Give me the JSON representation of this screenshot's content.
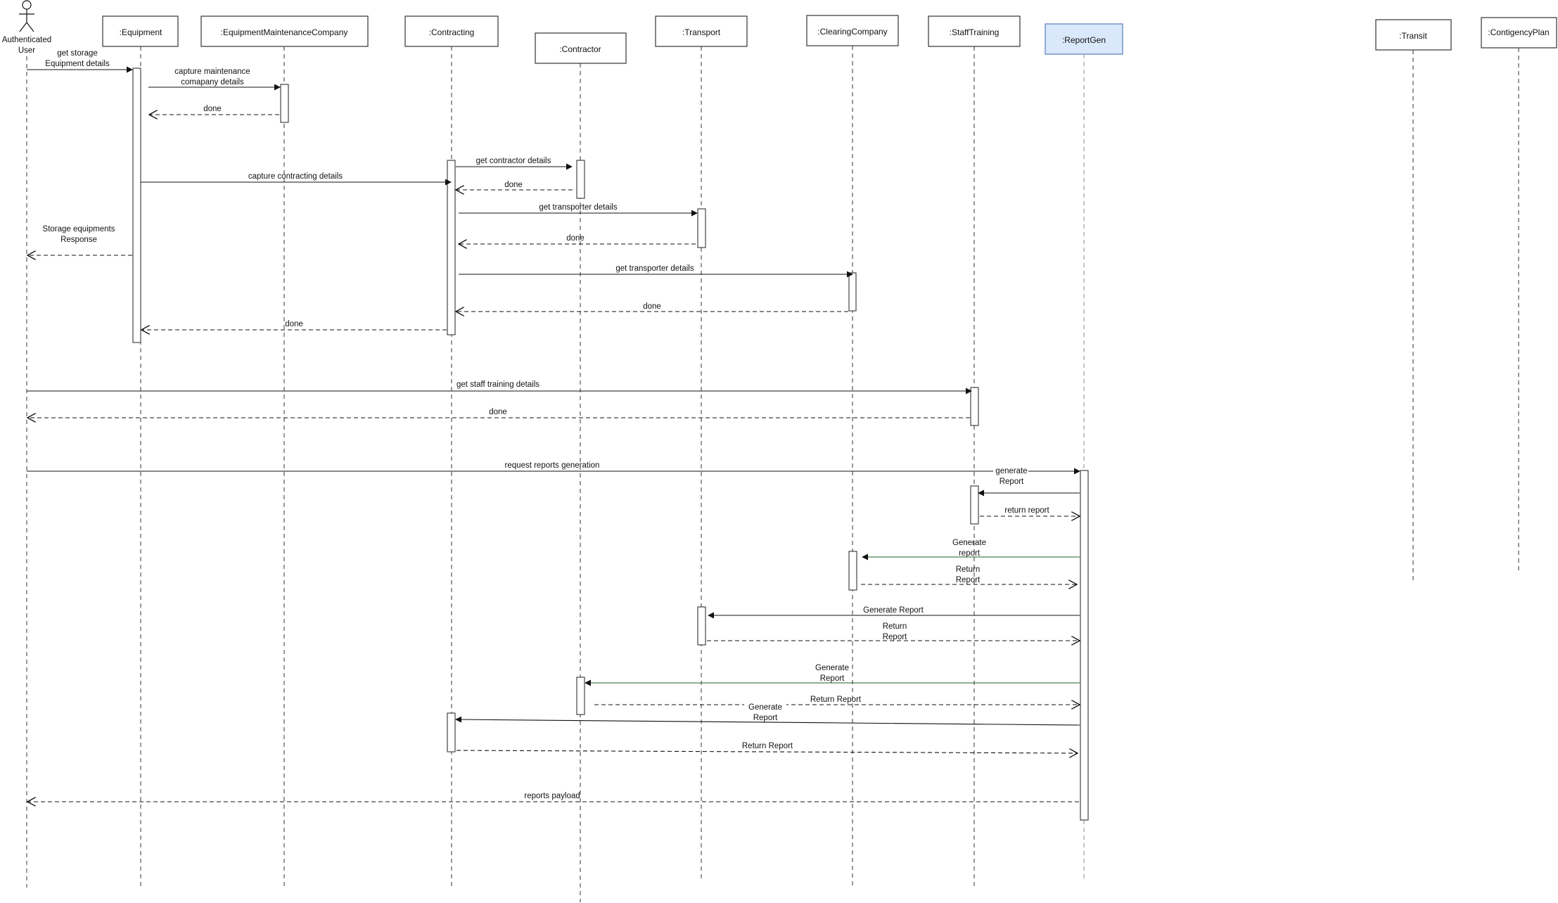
{
  "actor": {
    "label_lines": [
      "Authenticated",
      "User"
    ]
  },
  "participants": [
    {
      "id": "equipment",
      "label": ":Equipment"
    },
    {
      "id": "emc",
      "label": ":EquipmentMaintenanceCompany"
    },
    {
      "id": "contracting",
      "label": ":Contracting"
    },
    {
      "id": "contractor",
      "label": ":Contractor"
    },
    {
      "id": "transport",
      "label": ":Transport"
    },
    {
      "id": "clearing",
      "label": ":ClearingCompany"
    },
    {
      "id": "staff",
      "label": ":StaffTraining"
    },
    {
      "id": "reportgen",
      "label": ":ReportGen"
    },
    {
      "id": "transit",
      "label": ":Transit"
    },
    {
      "id": "contigency",
      "label": ":ContigencyPlan"
    }
  ],
  "messages": [
    {
      "from": "user",
      "to": "equipment",
      "type": "sync",
      "label_lines": [
        "get storage",
        "Equipment details"
      ]
    },
    {
      "from": "equipment",
      "to": "emc",
      "type": "sync",
      "label_lines": [
        "capture maintenance",
        "comapany details"
      ]
    },
    {
      "from": "emc",
      "to": "equipment",
      "type": "reply",
      "label_lines": [
        "done"
      ]
    },
    {
      "from": "contracting",
      "to": "contractor",
      "type": "sync",
      "label_lines": [
        "get contractor details"
      ]
    },
    {
      "from": "equipment",
      "to": "contracting",
      "type": "sync",
      "label_lines": [
        "capture contracting details"
      ]
    },
    {
      "from": "contractor",
      "to": "contracting",
      "type": "reply",
      "label_lines": [
        "done"
      ]
    },
    {
      "from": "contracting",
      "to": "transport",
      "type": "sync",
      "label_lines": [
        "get transporter details"
      ]
    },
    {
      "from": "equipment",
      "to": "user",
      "type": "reply",
      "label_lines": [
        "Storage equipments",
        "Response"
      ]
    },
    {
      "from": "transport",
      "to": "contracting",
      "type": "reply",
      "label_lines": [
        "done"
      ]
    },
    {
      "from": "contracting",
      "to": "clearing",
      "type": "sync",
      "label_lines": [
        "get transporter details"
      ]
    },
    {
      "from": "clearing",
      "to": "contracting",
      "type": "reply",
      "label_lines": [
        "done"
      ]
    },
    {
      "from": "contracting",
      "to": "equipment",
      "type": "reply",
      "label_lines": [
        "done"
      ]
    },
    {
      "from": "user",
      "to": "staff",
      "type": "sync",
      "label_lines": [
        "get staff training details"
      ]
    },
    {
      "from": "staff",
      "to": "user",
      "type": "reply",
      "label_lines": [
        "done"
      ]
    },
    {
      "from": "user",
      "to": "reportgen",
      "type": "sync",
      "label_lines": [
        "request reports generation"
      ]
    },
    {
      "from": "reportgen",
      "to": "staff",
      "type": "sync",
      "label_lines": [
        "generate",
        "Report"
      ]
    },
    {
      "from": "staff",
      "to": "reportgen",
      "type": "reply",
      "label_lines": [
        "return report"
      ]
    },
    {
      "from": "reportgen",
      "to": "clearing",
      "type": "sync",
      "label_lines": [
        "Generate",
        "report"
      ]
    },
    {
      "from": "clearing",
      "to": "reportgen",
      "type": "reply",
      "label_lines": [
        "Return",
        "Report"
      ]
    },
    {
      "from": "reportgen",
      "to": "transport",
      "type": "sync",
      "label_lines": [
        "Generate Report"
      ]
    },
    {
      "from": "transport",
      "to": "reportgen",
      "type": "reply",
      "label_lines": [
        "Return",
        "Report"
      ]
    },
    {
      "from": "reportgen",
      "to": "contractor",
      "type": "sync",
      "label_lines": [
        "Generate",
        "Report"
      ]
    },
    {
      "from": "contractor",
      "to": "reportgen",
      "type": "reply",
      "label_lines": [
        "Return Report"
      ]
    },
    {
      "from": "reportgen",
      "to": "contracting",
      "type": "sync",
      "label_lines": [
        "Generate",
        "Report"
      ]
    },
    {
      "from": "contracting",
      "to": "reportgen",
      "type": "reply",
      "label_lines": [
        "Return Report"
      ]
    },
    {
      "from": "reportgen",
      "to": "user",
      "type": "reply",
      "label_lines": [
        "reports payload"
      ]
    }
  ],
  "colors": {
    "line": "#333333",
    "text": "#111111",
    "box_fill": "#ffffff",
    "highlight_fill": "#dae8fc",
    "highlight_stroke": "#6c8ebf",
    "green_line": "#1f5e1f"
  }
}
